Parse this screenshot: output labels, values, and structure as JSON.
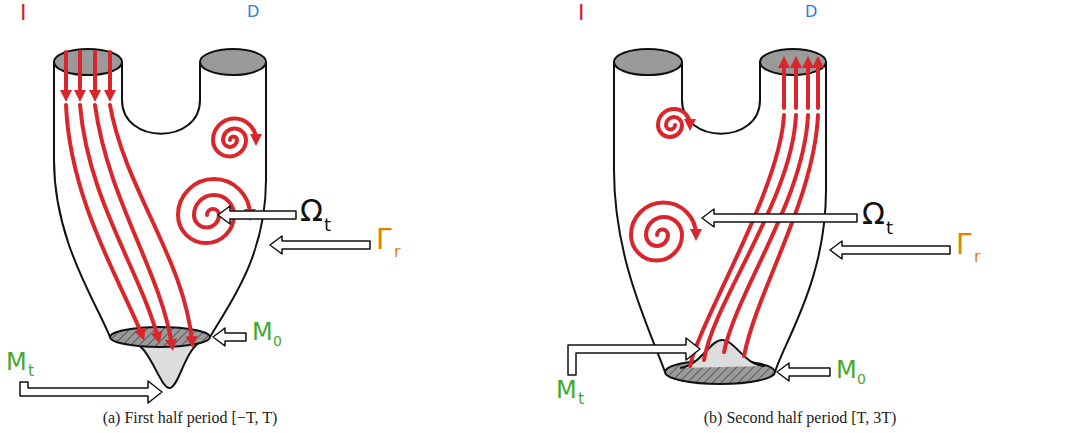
{
  "diagram": {
    "labels": [
      "I",
      "D",
      "Ω",
      "t",
      "Γ",
      "r",
      "M",
      "t",
      "M",
      "0",
      "(a) First half period [−T, T)",
      "I",
      "D",
      "Ω",
      "t",
      "Γ",
      "r",
      "M",
      "t",
      "M",
      "0",
      "(b) Second half period [T, 3T)"
    ]
  }
}
